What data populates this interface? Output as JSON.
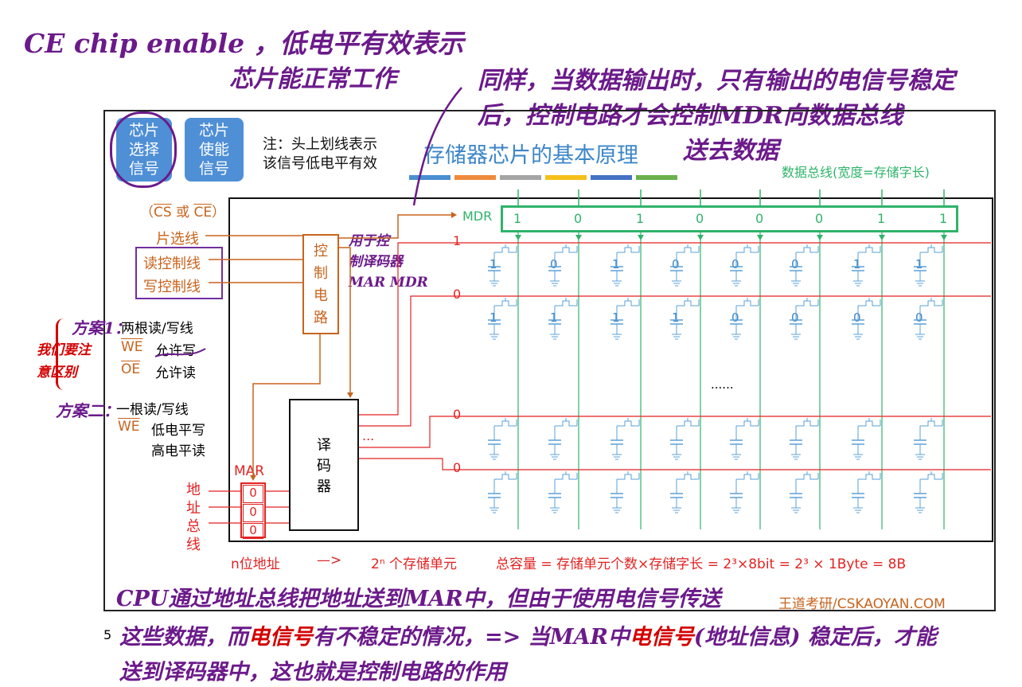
{
  "handwriting": {
    "top_line1": "CE  chip enable ，低电平有效表示",
    "top_line2": "芯片能正常工作",
    "top_right_line1": "同样，当数据输出时，只有输出的电信号稳定",
    "top_right_line2": "后，控制电路才会控制MDR向数据总线",
    "top_right_line3": "送去数据",
    "side_ctrl1": "用于控",
    "side_ctrl2": "制译码器",
    "side_ctrl3": "MAR MDR",
    "method1": "方案1：",
    "method2": "方案二：",
    "note_left1": "我们要注",
    "note_left2": "意区别",
    "bottom_line1": "CPU通过地址总线把地址送到MAR中，但由于使用电信号传送",
    "bottom_line2_a": "这些数据，而",
    "bottom_line2_b": "电信号",
    "bottom_line2_c": "有不稳定的情况，=> 当MAR中",
    "bottom_line2_d": "电信号",
    "bottom_line2_e": "(地址信息) 稳定后，才能",
    "bottom_line3": "送到译码器中，这也就是控制电路的作用"
  },
  "slide": {
    "title": "存储器芯片的基本原理",
    "callout_select": [
      "芯片",
      "选择",
      "信号"
    ],
    "callout_enable": [
      "芯片",
      "使能",
      "信号"
    ],
    "note": [
      "注：头上划线表示",
      "该信号低电平有效"
    ],
    "cs_ce_label": "（CS 或 CE）",
    "cs_ce_parts": {
      "open": "（",
      "cs": "CS",
      "or": " 或 ",
      "ce": "CE",
      "close": "）"
    },
    "chip_select_line": "片选线",
    "read_ctrl_line": "读控制线",
    "write_ctrl_line": "写控制线",
    "ctrl_circuit": [
      "控",
      "制",
      "电",
      "路"
    ],
    "plan1_title": "两根读/写线",
    "plan1_we": "WE",
    "plan1_we_text": "允许写",
    "plan1_oe": "OE",
    "plan1_oe_text": "允许读",
    "plan2_title": "一根读/写线",
    "plan2_we": "WE",
    "plan2_low": "低电平写",
    "plan2_high": "高电平读",
    "decoder": [
      "译",
      "码",
      "器"
    ],
    "mar_label": "MAR",
    "mar_bits": [
      "0",
      "0",
      "0"
    ],
    "address_bus": [
      "地",
      "址",
      "总",
      "线"
    ],
    "mdr_label": "MDR",
    "mdr_bits": [
      "1",
      "0",
      "1",
      "0",
      "0",
      "0",
      "1",
      "1"
    ],
    "data_bus_label": "数据总线(宽度=存储字长)",
    "row_labels": [
      "1",
      "0",
      "0",
      "0"
    ],
    "row1_cells": [
      "1",
      "0",
      "1",
      "0",
      "0",
      "0",
      "1",
      "1"
    ],
    "row2_cells": [
      "1",
      "1",
      "1",
      "1",
      "0",
      "0",
      "0",
      "0"
    ],
    "ellipsis_mid": "......",
    "decoder_dots": "...",
    "formula_n": "n位地址",
    "formula_arrow": "—>",
    "formula_units": "2ⁿ 个存储单元",
    "formula_capacity": "总容量 = 存储单元个数×存储字长 = 2³×8bit = 2³ × 1Byte = 8B",
    "watermark": "王道考研/CSKAOYAN.COM",
    "page_number": "5"
  },
  "colors": {
    "orange": "#c8641e",
    "red": "#e32222",
    "green": "#2fb36a",
    "blue_title": "#3c86c8",
    "callout": "#4f8fd6",
    "ink_purple": "#6b1a8a",
    "ink_red": "#d40000",
    "legend_bars": [
      "#4a8fd0",
      "#ef8a3c",
      "#a5a5a5",
      "#f5c01a",
      "#4472c4",
      "#6ab04c"
    ]
  }
}
